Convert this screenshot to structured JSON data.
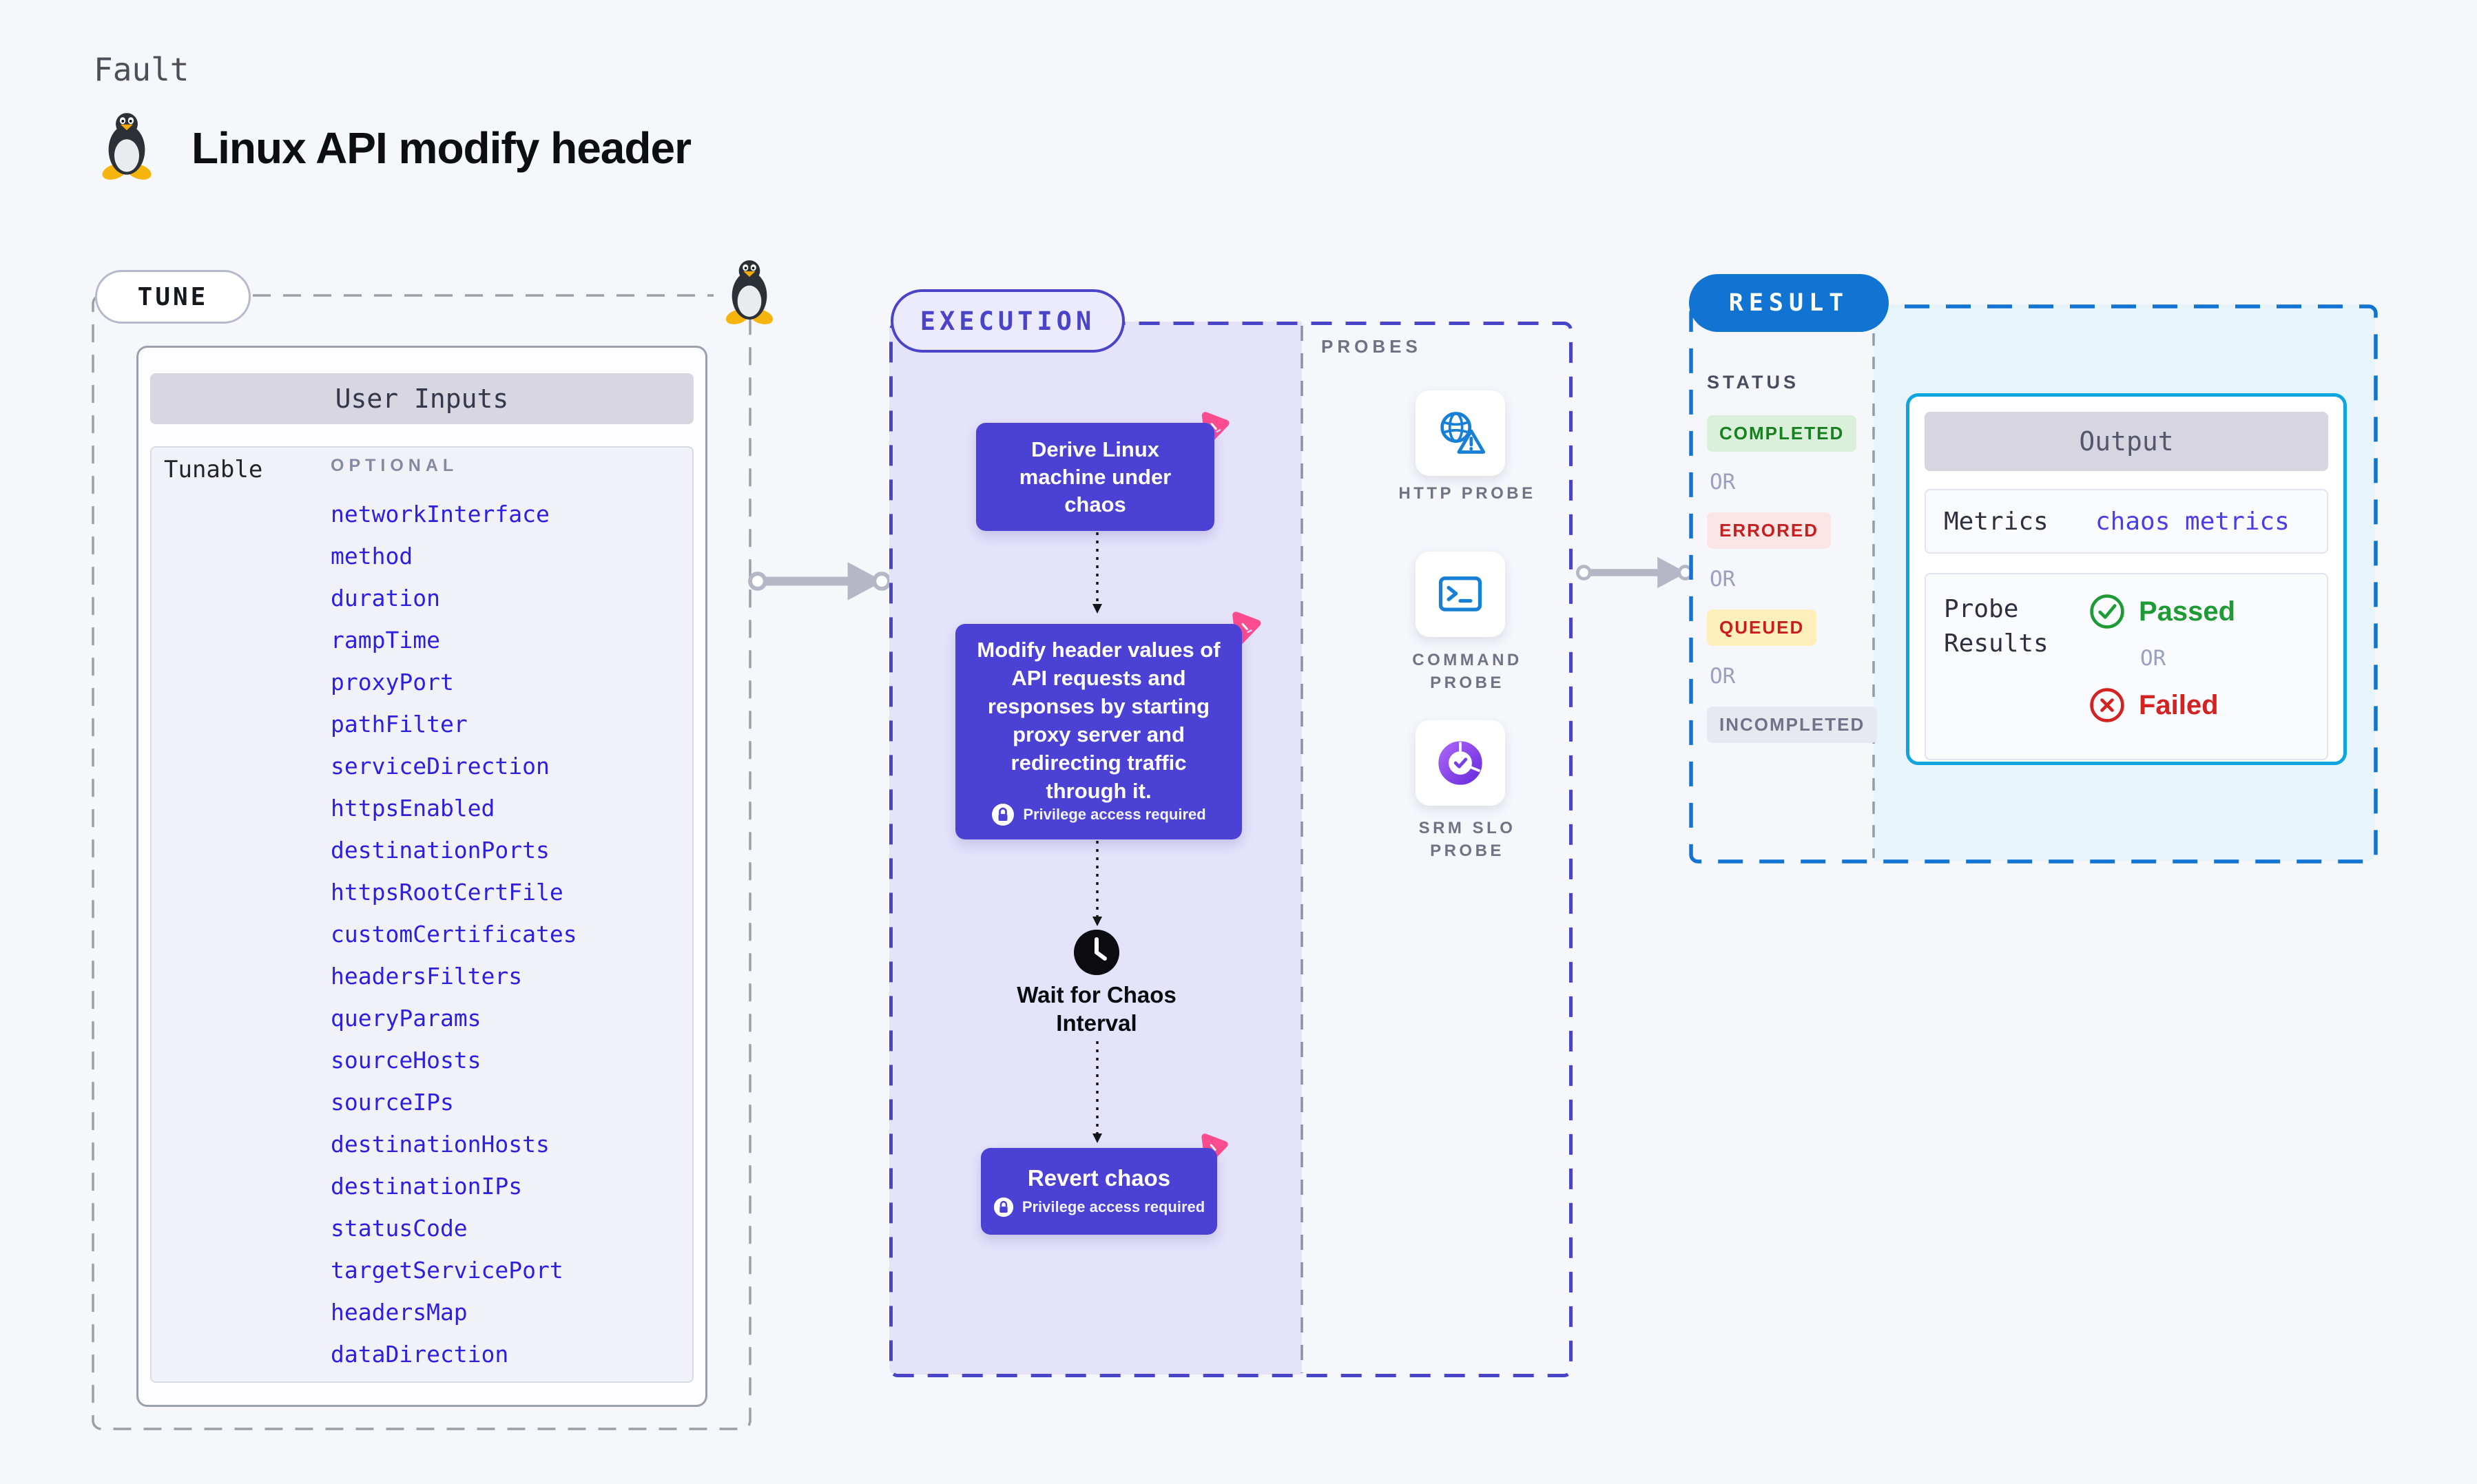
{
  "page": {
    "kicker": "Fault",
    "title": "Linux API modify header"
  },
  "tune": {
    "label": "TUNE",
    "card_header": "User Inputs",
    "row_label": "Tunable",
    "column_header": "OPTIONAL",
    "tunables": [
      "networkInterface",
      "method",
      "duration",
      "rampTime",
      "proxyPort",
      "pathFilter",
      "serviceDirection",
      "httpsEnabled",
      "destinationPorts",
      "httpsRootCertFile",
      "customCertificates",
      "headersFilters",
      "queryParams",
      "sourceHosts",
      "sourceIPs",
      "destinationHosts",
      "destinationIPs",
      "statusCode",
      "targetServicePort",
      "headersMap",
      "dataDirection"
    ]
  },
  "execution": {
    "label": "EXECUTION",
    "derive_step": "Derive Linux machine under chaos",
    "modify_step": "Modify header values of API requests and responses by starting proxy server and redirecting traffic through it.",
    "wait_step": "Wait for Chaos Interval",
    "revert_step": "Revert chaos",
    "privilege_note": "Privilege access required"
  },
  "probes": {
    "label": "PROBES",
    "items": [
      {
        "name": "HTTP PROBE",
        "icon": "globe-alert-icon"
      },
      {
        "name": "COMMAND PROBE",
        "icon": "terminal-icon"
      },
      {
        "name": "SRM SLO PROBE",
        "icon": "slo-donut-icon"
      }
    ]
  },
  "result": {
    "label": "RESULT",
    "status_label": "STATUS",
    "or_label": "OR",
    "statuses": [
      {
        "text": "COMPLETED",
        "type": "completed"
      },
      {
        "text": "ERRORED",
        "type": "errored"
      },
      {
        "text": "QUEUED",
        "type": "queued"
      },
      {
        "text": "INCOMPLETED",
        "type": "incompleted"
      }
    ],
    "output": {
      "header": "Output",
      "metrics_label": "Metrics",
      "metrics_value": "chaos metrics",
      "probe_results_label": "Probe Results",
      "passed": "Passed",
      "failed": "Failed"
    }
  },
  "colors": {
    "page_bg": "#f6f7fb",
    "step_indigo": "#4b42d5",
    "execution_panel": "#e5e3fa",
    "execution_border": "#4a44c9",
    "tune_border": "#9aa0a8",
    "result_blue": "#1173d2",
    "result_panel": "#e7f5fb",
    "output_border": "#0ea5e0",
    "link_blue": "#2d1fe0",
    "chaos_pink": "#fb4d8e",
    "probe_blue": "#1780d6",
    "srm_purple": "#7a3fe0",
    "passed_green": "#1f9b36",
    "failed_red": "#d32222",
    "completed_bg": "#daf0da",
    "errored_bg": "#fce5e5",
    "queued_bg": "#fdf0bb",
    "incompleted_bg": "#e8e9f0"
  }
}
